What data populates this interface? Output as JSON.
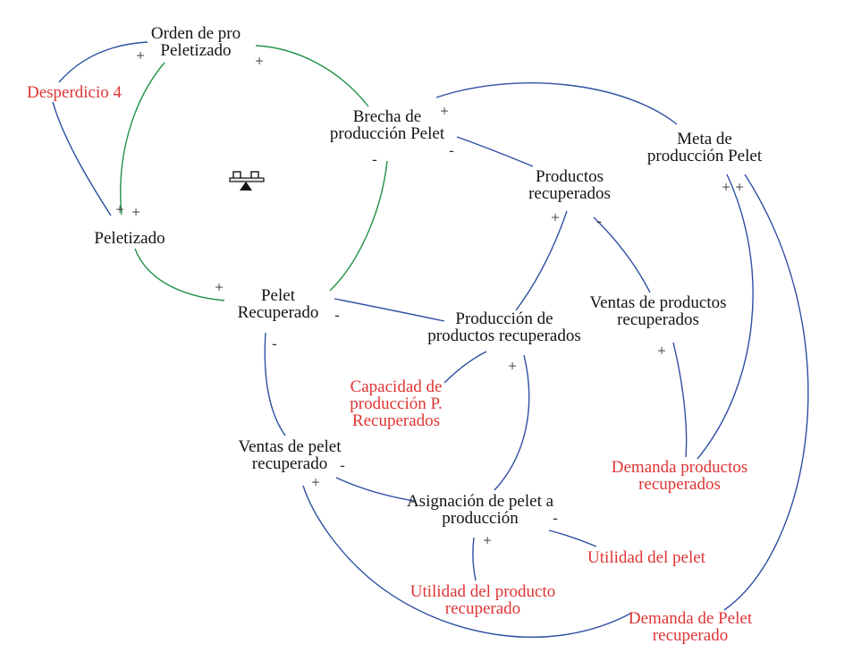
{
  "diagram_title": "Causal loop diagram: Pelet recuperado / productos recuperados",
  "colors": {
    "link_blue": "#2e4fa3",
    "link_green": "#219244",
    "variable_black": "#141414",
    "exogenous_red": "#df3434"
  },
  "loop_marker": {
    "type": "balancing-seesaw-scale"
  },
  "nodes": {
    "orden": {
      "lines": [
        "Orden de pro",
        "Peletizado"
      ]
    },
    "desperdicio": {
      "lines": [
        "Desperdicio 4"
      ]
    },
    "peletizado": {
      "lines": [
        "Peletizado"
      ]
    },
    "brecha": {
      "lines": [
        "Brecha de",
        "producción Pelet"
      ]
    },
    "productos": {
      "lines": [
        "Productos",
        "recuperados"
      ]
    },
    "meta": {
      "lines": [
        "Meta de",
        "producción Pelet"
      ]
    },
    "pelet_recuperado": {
      "lines": [
        "Pelet",
        "Recuperado"
      ]
    },
    "ventas_productos": {
      "lines": [
        "Ventas de productos",
        "recuperados"
      ]
    },
    "produccion": {
      "lines": [
        "Producción de",
        "productos recuperados"
      ]
    },
    "capacidad": {
      "lines": [
        "Capacidad de",
        "producción P.",
        "Recuperados"
      ]
    },
    "ventas_pelet": {
      "lines": [
        "Ventas de pelet",
        "recuperado"
      ]
    },
    "asignacion": {
      "lines": [
        "Asignación de pelet a",
        "producción"
      ]
    },
    "utilidad_pelet": {
      "lines": [
        "Utilidad del pelet"
      ]
    },
    "utilidad_producto": {
      "lines": [
        "Utilidad del producto",
        "recuperado"
      ]
    },
    "demanda_productos": {
      "lines": [
        "Demanda productos",
        "recuperados"
      ]
    },
    "demanda_pelet": {
      "lines": [
        "Demanda de Pelet",
        "recuperado"
      ]
    }
  },
  "links": [
    {
      "from": "Desperdicio 4",
      "to": "Orden de pro Peletizado",
      "sign": "+",
      "color": "blue"
    },
    {
      "from": "Desperdicio 4",
      "to": "Peletizado",
      "sign": "+",
      "color": "blue"
    },
    {
      "from": "Orden de pro Peletizado",
      "to": "Peletizado",
      "sign": "+",
      "color": "green"
    },
    {
      "from": "Peletizado",
      "to": "Pelet Recuperado",
      "sign": "+",
      "color": "green"
    },
    {
      "from": "Pelet Recuperado",
      "to": "Brecha de producción Pelet",
      "sign": "-",
      "color": "green"
    },
    {
      "from": "Brecha de producción Pelet",
      "to": "Orden de pro Peletizado",
      "sign": "+",
      "color": "green"
    },
    {
      "from": "Meta de producción Pelet",
      "to": "Brecha de producción Pelet",
      "sign": "+",
      "color": "blue"
    },
    {
      "from": "Productos recuperados",
      "to": "Brecha de producción Pelet",
      "sign": "-",
      "color": "blue"
    },
    {
      "from": "Producción de productos recuperados",
      "to": "Productos recuperados",
      "sign": "+",
      "color": "blue"
    },
    {
      "from": "Ventas de productos recuperados",
      "to": "Productos recuperados",
      "sign": "-",
      "color": "blue"
    },
    {
      "from": "Demanda productos recuperados",
      "to": "Meta de producción Pelet",
      "sign": "+",
      "color": "blue"
    },
    {
      "from": "Demanda de Pelet recuperado",
      "to": "Meta de producción Pelet",
      "sign": "+",
      "color": "blue"
    },
    {
      "from": "Producción de productos recuperados",
      "to": "Pelet Recuperado",
      "sign": "-",
      "color": "blue"
    },
    {
      "from": "Ventas de pelet recuperado",
      "to": "Pelet Recuperado",
      "sign": "-",
      "color": "blue"
    },
    {
      "from": "Demanda productos recuperados",
      "to": "Ventas de productos recuperados",
      "sign": "+",
      "color": "blue"
    },
    {
      "from": "Asignación de pelet a producción",
      "to": "Producción de productos recuperados",
      "sign": "+",
      "color": "blue"
    },
    {
      "from": "Capacidad de producción P. Recuperados",
      "to": "Producción de productos recuperados",
      "sign": "",
      "color": "blue"
    },
    {
      "from": "Asignación de pelet a producción",
      "to": "Ventas de pelet recuperado",
      "sign": "-",
      "color": "blue"
    },
    {
      "from": "Demanda de Pelet recuperado",
      "to": "Ventas de pelet recuperado",
      "sign": "+",
      "color": "blue"
    },
    {
      "from": "Utilidad del producto recuperado",
      "to": "Asignación de pelet a producción",
      "sign": "+",
      "color": "blue"
    },
    {
      "from": "Utilidad del pelet",
      "to": "Asignación de pelet a producción",
      "sign": "-",
      "color": "blue"
    }
  ]
}
